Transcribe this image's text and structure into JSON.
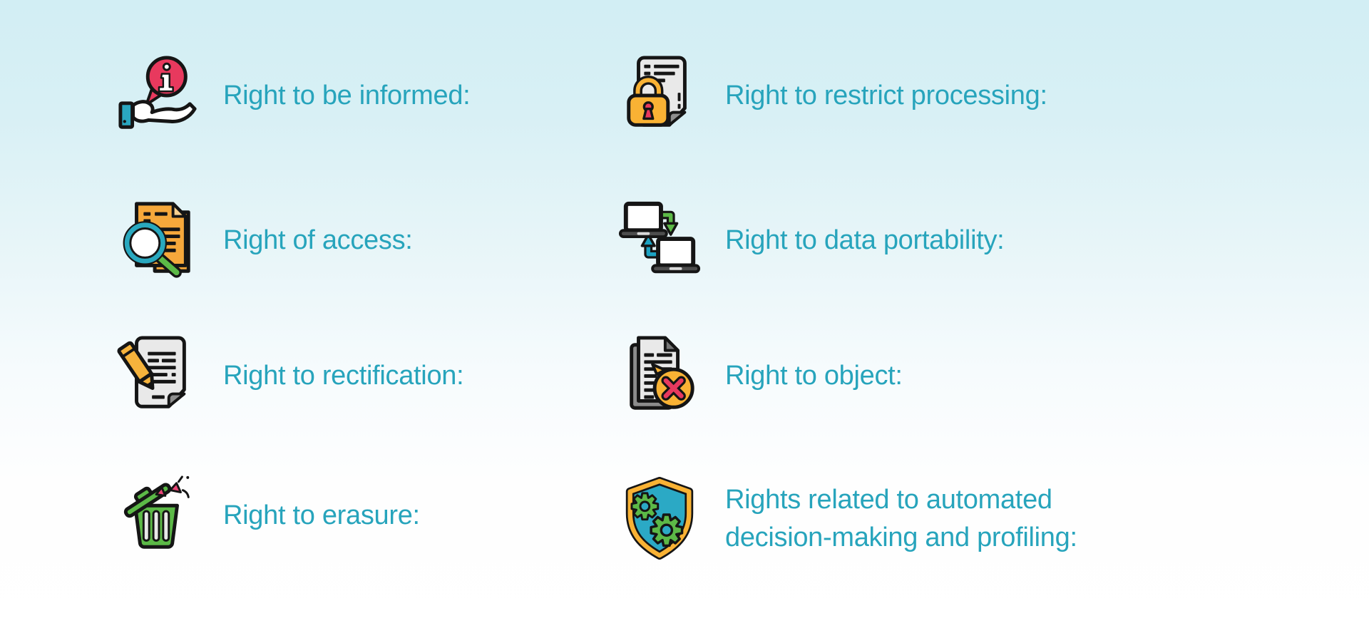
{
  "colors": {
    "background_top": "#d2eef4",
    "background_bottom": "#ffffff",
    "label_text": "#27a4bc",
    "pink": "#e8395e",
    "orange": "#f9b234",
    "doc_orange": "#f6a83b",
    "green": "#5cb947",
    "teal": "#2aa7c0",
    "gray_light": "#e9e9e9",
    "gray_dark": "#8c8c8c",
    "outline": "#151515"
  },
  "rights": [
    {
      "icon": "info-hand-icon",
      "line1": "Right to be informed:"
    },
    {
      "icon": "search-documents-icon",
      "line1": "Right of access:"
    },
    {
      "icon": "pencil-document-icon",
      "line1": "Right to rectification:"
    },
    {
      "icon": "trash-bin-icon",
      "line1": "Right to erasure:"
    },
    {
      "icon": "locked-document-icon",
      "line1": "Right to restrict processing:"
    },
    {
      "icon": "laptops-transfer-icon",
      "line1": "Right to data portability:"
    },
    {
      "icon": "document-rejected-icon",
      "line1": "Right to object:"
    },
    {
      "icon": "shield-gears-icon",
      "line1": "Rights related to automated",
      "line2": "decision-making and profiling:"
    }
  ]
}
